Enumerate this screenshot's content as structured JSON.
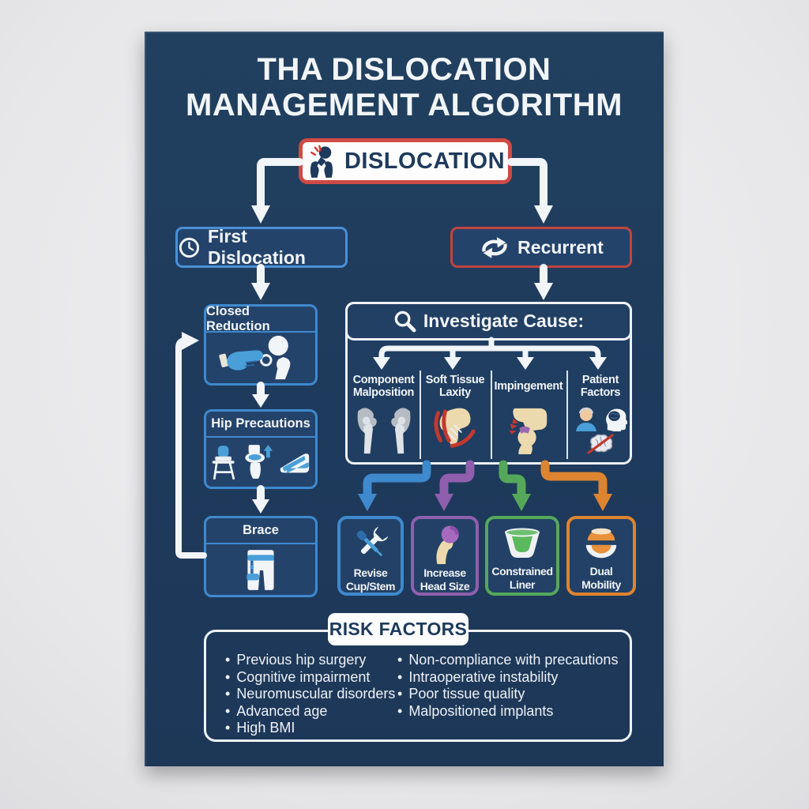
{
  "title": {
    "line1": "THA DISLOCATION",
    "line2": "MANAGEMENT ALGORITHM"
  },
  "flow": {
    "dislocation": {
      "label": "DISLOCATION",
      "icon": "hip-dislocation-icon"
    },
    "first_dislocation": {
      "label": "First Dislocation",
      "icon": "clock-icon"
    },
    "recurrent": {
      "label": "Recurrent",
      "icon": "recurrence-cycle-icon"
    },
    "closed_reduction": {
      "label": "Closed Reduction",
      "icon": "closed-reduction-hand-icon"
    },
    "hip_precautions": {
      "label": "Hip Precautions",
      "icons": [
        "raised-chair-icon",
        "raised-toilet-seat-icon",
        "wedge-pillow-icon"
      ]
    },
    "brace": {
      "label": "Brace",
      "icon": "hip-abduction-brace-icon"
    },
    "investigate": {
      "label": "Investigate Cause:",
      "icon": "magnifier-icon"
    },
    "causes": [
      {
        "label": "Component Malposition",
        "icon": "hip-xray-icon"
      },
      {
        "label": "Soft Tissue Laxity",
        "icon": "soft-tissue-hip-icon"
      },
      {
        "label": "Impingement",
        "icon": "impingement-hip-icon"
      },
      {
        "label": "Patient Factors",
        "icons": [
          "elderly-patient-icon",
          "head-brain-icon",
          "impaired-brain-icon"
        ]
      }
    ],
    "treatments": [
      {
        "label": "Revise Cup/Stem",
        "color": "#3f89ce",
        "icon": "wrench-screwdriver-icon"
      },
      {
        "label": "Increase Head Size",
        "color": "#8f5fae",
        "icon": "femoral-head-implant-icon"
      },
      {
        "label": "Constrained Liner",
        "color": "#55a85a",
        "icon": "constrained-liner-cup-icon"
      },
      {
        "label": "Dual Mobility",
        "color": "#dd8430",
        "icon": "dual-mobility-cup-icon"
      }
    ]
  },
  "risk_factors": {
    "title": "RISK FACTORS",
    "left": [
      "Previous hip surgery",
      "Cognitive impairment",
      "Neuromuscular disorders",
      "Advanced age",
      "High BMI"
    ],
    "right": [
      "Non-compliance with precautions",
      "Intraoperative instability",
      "Poor tissue quality",
      "Malpositioned implants"
    ]
  },
  "colors": {
    "page_background": "#ececee",
    "poster_background": "#1f3a5c",
    "box_fill": "#24436b",
    "white": "#f2f5f8",
    "blue": "#3f89ce",
    "light_blue": "#4a9fd8",
    "red": "#c04440",
    "red_bright": "#cf4a44",
    "navy_text": "#1e3a5c",
    "purple": "#8f5fae",
    "green": "#55a85a",
    "orange": "#dd8430",
    "bone": "#ecd9ae",
    "muscle_red": "#c4382e",
    "xray_gray": "#b6bcc4"
  }
}
